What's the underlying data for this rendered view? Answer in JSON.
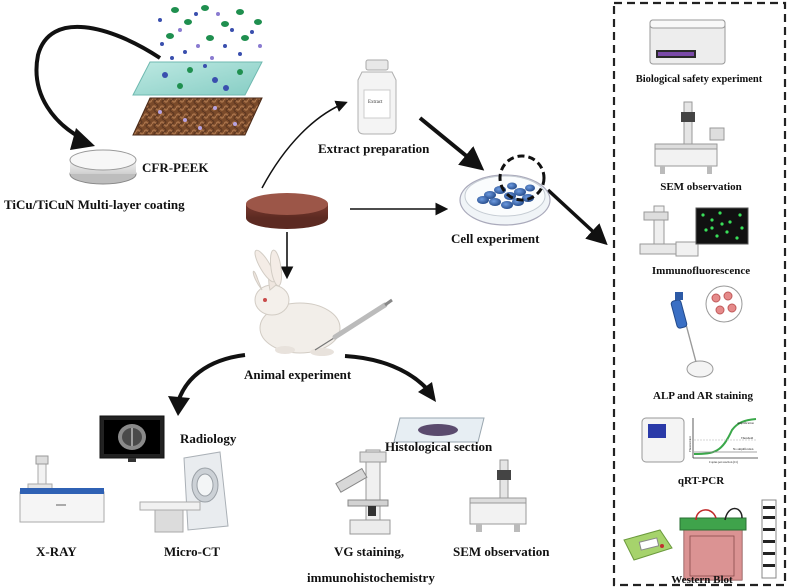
{
  "labels": {
    "cfr_peek": "CFR-PEEK",
    "coating": "TiCu/TiCuN Multi-layer coating",
    "extract": "Extract preparation",
    "cell_experiment": "Cell experiment",
    "animal_experiment": "Animal experiment",
    "radiology": "Radiology",
    "histological_section": "Histological section",
    "xray": "X-RAY",
    "micro_ct": "Micro-CT",
    "vg_staining": "VG staining,",
    "immunohistochemistry": "immunohistochemistry",
    "sem_animal": "SEM observation"
  },
  "panel": {
    "biological_safety": "Biological safety experiment",
    "sem_observation": "SEM observation",
    "immunofluorescence": "Immunofluorescence",
    "alp_ar": "ALP and AR staining",
    "qrt_pcr": "qRT-PCR",
    "western_blot": "Western Blot"
  },
  "pcr_plot": {
    "amplification": "Amplification",
    "threshold": "Threshold",
    "no_amplification": "No amplification",
    "x_axis": "Copies per reaction (Ct)",
    "y_axis": "Fluorescence"
  },
  "bottle_text": "Extract",
  "colors": {
    "disc": "#8e4a3e",
    "disc_top": "#a85d4f",
    "arrow": "#111111",
    "panel_border": "#222222",
    "cells": "#3b6fb6",
    "coating_layer": "#9fd8d0",
    "particles_green": "#1f8f4f",
    "particles_blue": "#3a4fae",
    "pcr_curve": "#3aa84a"
  }
}
